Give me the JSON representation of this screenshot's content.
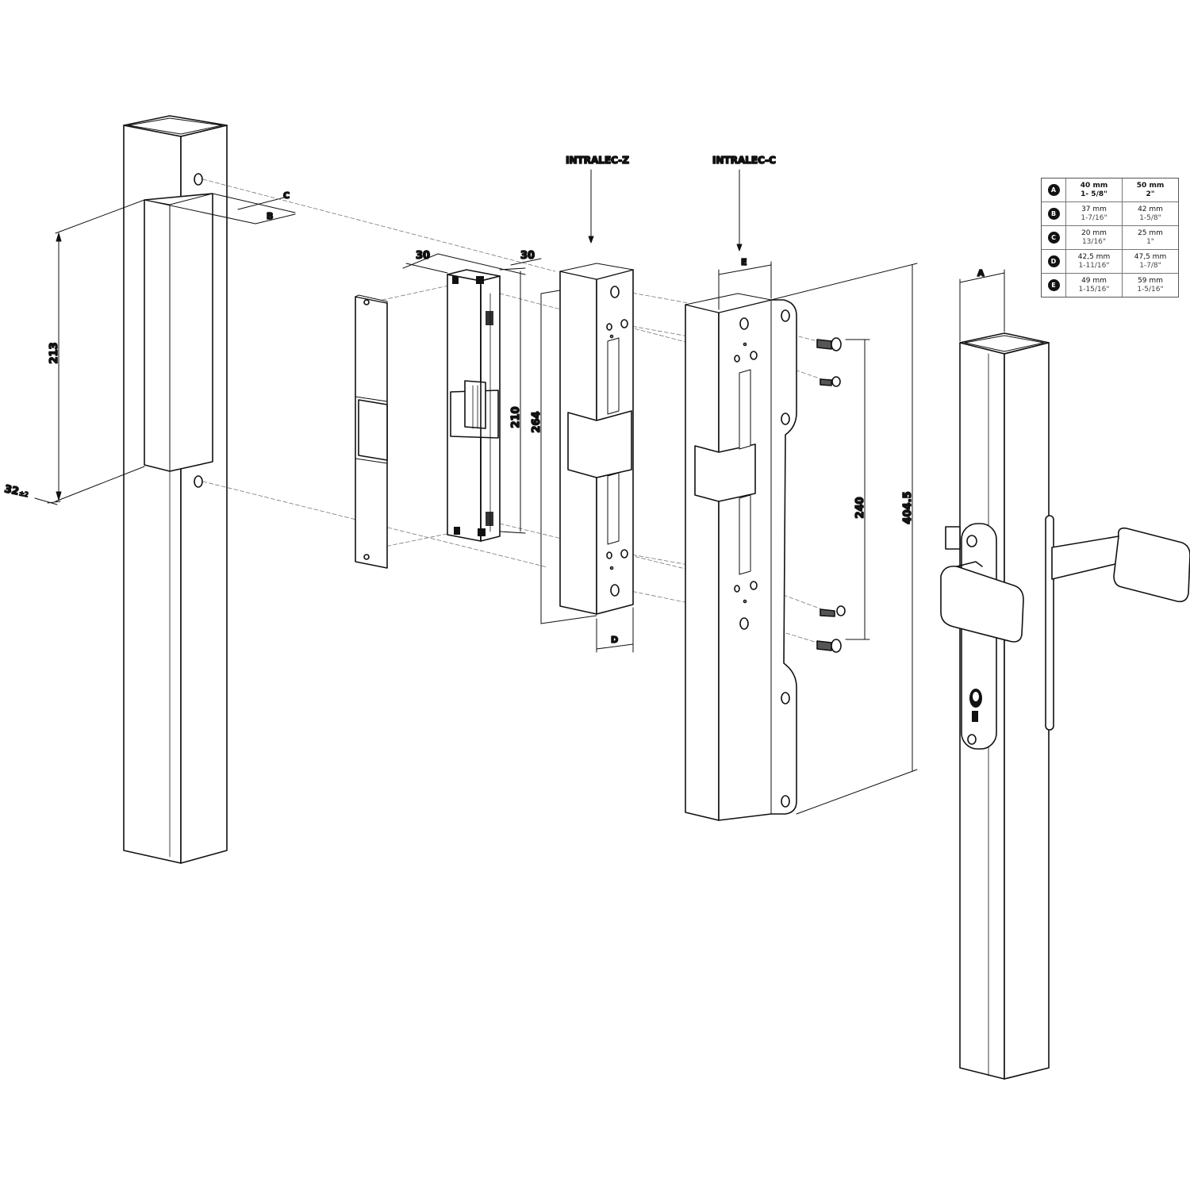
{
  "labels": {
    "intralec_z": "INTRALEC-Z",
    "intralec_c": "INTRALEC-C"
  },
  "dimensions": {
    "dim_213": "213",
    "dim_32": "32",
    "dim_32_tol": "±2",
    "dim_c": "C",
    "dim_b": "B",
    "dim_30_left": "30",
    "dim_30_right": "30",
    "dim_210": "210",
    "dim_264": "264",
    "dim_d": "D",
    "dim_e": "E",
    "dim_240": "240",
    "dim_404": "404.5",
    "dim_a": "A"
  },
  "table": {
    "rows": [
      {
        "key": "A",
        "c1": "40 mm",
        "c1b": "1- 5/8\"",
        "c2": "50 mm",
        "c2b": "2\""
      },
      {
        "key": "B",
        "c1": "37 mm",
        "c1b": "1-7/16\"",
        "c2": "42 mm",
        "c2b": "1-5/8\""
      },
      {
        "key": "C",
        "c1": "20 mm",
        "c1b": "13/16\"",
        "c2": "25 mm",
        "c2b": "1\""
      },
      {
        "key": "D",
        "c1": "42,5 mm",
        "c1b": "1-11/16\"",
        "c2": "47,5 mm",
        "c2b": "1-7/8\""
      },
      {
        "key": "E",
        "c1": "49 mm",
        "c1b": "1-15/16\"",
        "c2": "59 mm",
        "c2b": "1-5/16\""
      }
    ]
  }
}
